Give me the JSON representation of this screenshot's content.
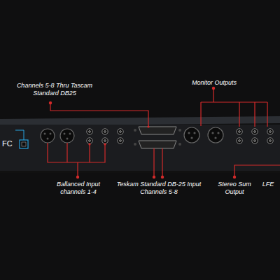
{
  "diagram": {
    "labels": [
      "Channels 5-8 Thru Tascam Standard DB25",
      "Monitor Outputs",
      "Ballanced Input channels 1-4",
      "Teskam Standard DB-25 Input Channels 5-8",
      "Stereo Sum Output",
      "LFE",
      "FC"
    ]
  }
}
